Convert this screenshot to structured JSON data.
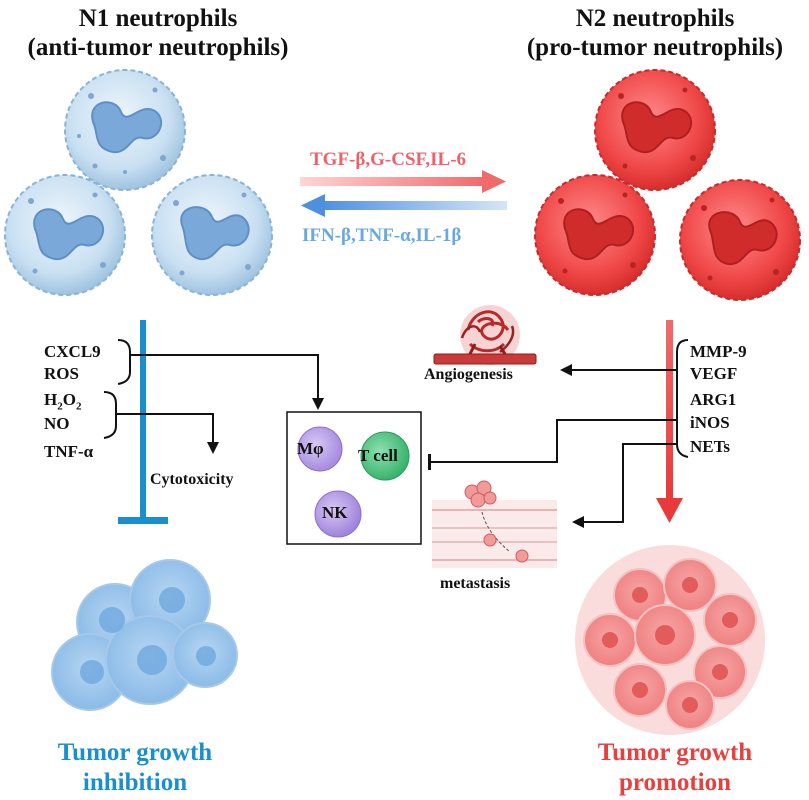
{
  "n1": {
    "title_line1": "N1 neutrophils",
    "title_line2": "(anti-tumor neutrophils)",
    "outcome_line1": "Tumor growth",
    "outcome_line2": "inhibition",
    "color": "#1a8fd0"
  },
  "n2": {
    "title_line1": "N2 neutrophils",
    "title_line2": "(pro-tumor neutrophils)",
    "outcome_line1": "Tumor growth",
    "outcome_line2": "promotion",
    "color": "#e8403f"
  },
  "polarization": {
    "to_n2": "TGF-β,G-CSF,IL-6",
    "to_n1": "IFN-β,TNF-α,IL-1β"
  },
  "n1_factors": [
    "CXCL9",
    "ROS",
    "NO",
    "TNF-α"
  ],
  "n1_h2o2": {
    "base": "H",
    "sub1": "2",
    "mid": "O",
    "sub2": "2"
  },
  "n2_factors": [
    "MMP-9",
    "VEGF",
    "ARG1",
    "iNOS",
    "NETs"
  ],
  "effects": {
    "cytotoxicity": "Cytotoxicity",
    "angiogenesis": "Angiogenesis",
    "metastasis": "metastasis"
  },
  "immune_cells": {
    "macrophage": "Mφ",
    "t_cell": "T cell",
    "nk": "NK"
  }
}
